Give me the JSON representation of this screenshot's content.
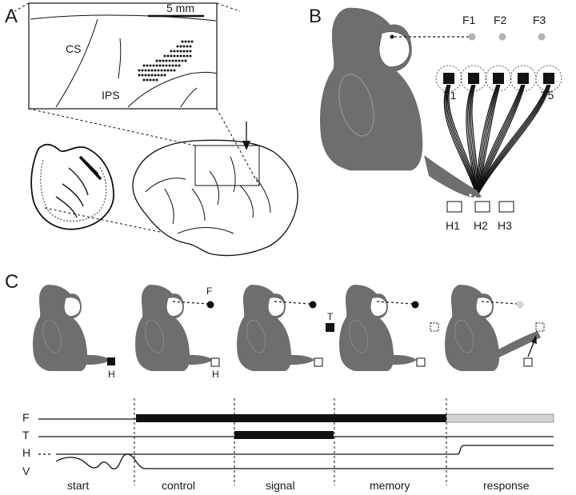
{
  "panels": {
    "A": {
      "letter": "A",
      "scale_bar": "5 mm",
      "labels": {
        "cs": "CS",
        "ips": "IPS"
      }
    },
    "B": {
      "letter": "B",
      "fixation": [
        "F1",
        "F2",
        "F3"
      ],
      "target_first": "T1",
      "target_last": "T5",
      "hands": [
        "H1",
        "H2",
        "H3"
      ]
    },
    "C": {
      "letter": "C",
      "markers": {
        "f": "F",
        "t": "T",
        "h1": "H",
        "h2": "H"
      },
      "trace_labels": [
        "F",
        "T",
        "H",
        "V"
      ],
      "epochs": [
        "start",
        "control",
        "signal",
        "memory",
        "response"
      ]
    }
  },
  "colors": {
    "monkey": "#6e6e6e",
    "dot_gray": "#b3b3b3",
    "fix_light": "#d4d4d4",
    "ink": "#111111"
  }
}
